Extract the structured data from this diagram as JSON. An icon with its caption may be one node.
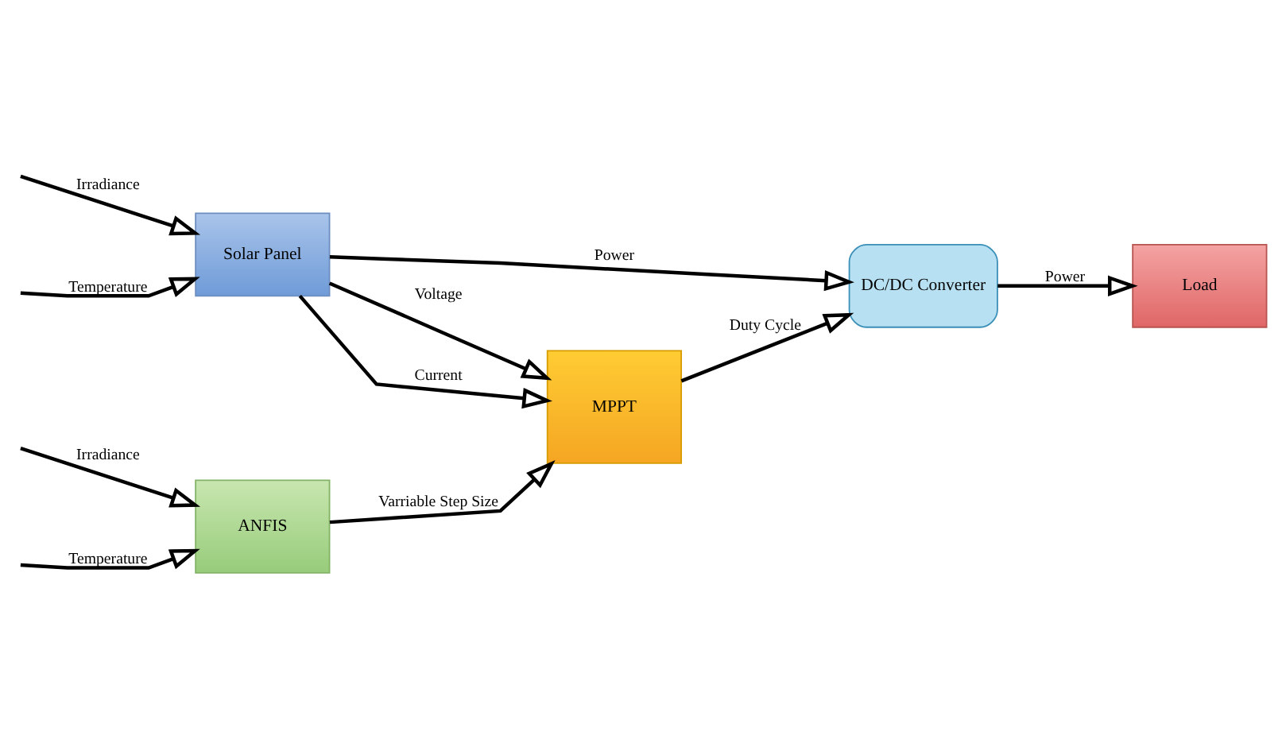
{
  "diagram": {
    "nodes": [
      {
        "text": [
          "Solar Panel"
        ]
      },
      {
        "text": [
          "DC/DC Converter"
        ]
      },
      {
        "text": [
          "Load"
        ]
      },
      {
        "text": [
          "MPPT"
        ]
      },
      {
        "text": [
          "ANFIS"
        ]
      }
    ],
    "edges": [
      {
        "from": null,
        "to": 0,
        "arrow": "to",
        "label": "Irradiance"
      },
      {
        "from": null,
        "to": 0,
        "arrow": "to",
        "label": "Temperature"
      },
      {
        "from": 0,
        "to": 1,
        "arrow": "to",
        "label": "Power"
      },
      {
        "from": 1,
        "to": 2,
        "arrow": "to",
        "label": "Power"
      },
      {
        "from": 0,
        "to": 3,
        "arrow": "to",
        "label": "Voltage"
      },
      {
        "from": 0,
        "to": 3,
        "arrow": "to",
        "label": "Current"
      },
      {
        "from": 3,
        "to": 1,
        "arrow": "to",
        "label": "Duty Cycle"
      },
      {
        "from": null,
        "to": 4,
        "arrow": "to",
        "label": "Irradiance"
      },
      {
        "from": null,
        "to": 4,
        "arrow": "to",
        "label": "Temperature"
      },
      {
        "from": 4,
        "to": 3,
        "arrow": "to",
        "label": "Varriable Step Size"
      }
    ]
  }
}
